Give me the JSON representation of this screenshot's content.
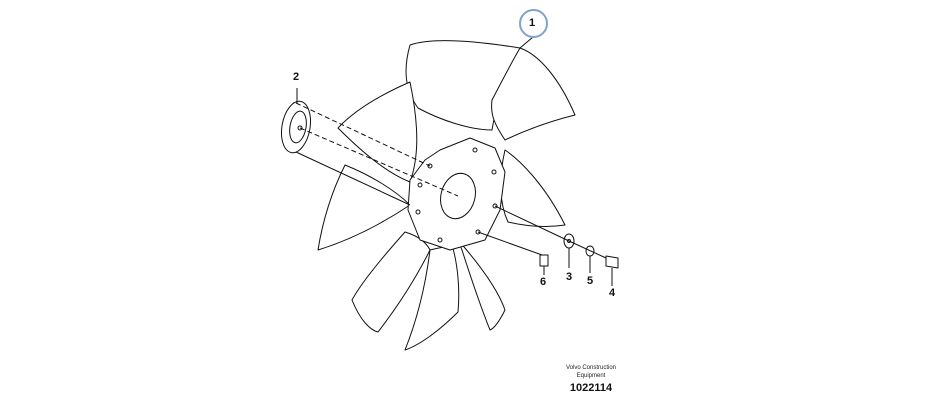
{
  "parts": [
    {
      "id": "part-1",
      "label": "1"
    },
    {
      "id": "part-2",
      "label": "2"
    },
    {
      "id": "part-3",
      "label": "3"
    },
    {
      "id": "part-4",
      "label": "4"
    },
    {
      "id": "part-5",
      "label": "5"
    },
    {
      "id": "part-6",
      "label": "6"
    }
  ],
  "footer": {
    "maker_line1": "Volvo Construction",
    "maker_line2": "Equipment",
    "drawing_number": "1022114"
  },
  "colors": {
    "highlight_ring": "#7fa3cf",
    "line": "#111111"
  }
}
